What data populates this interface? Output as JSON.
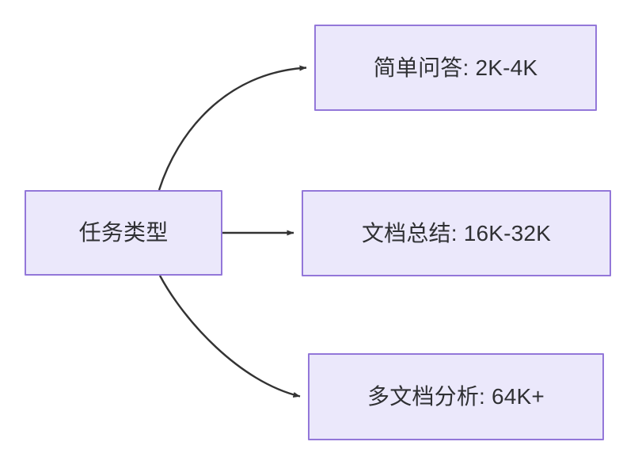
{
  "diagram": {
    "type": "flowchart",
    "direction": "left-to-right",
    "background_color": "#ffffff",
    "node_fill_color": "#ebe8fb",
    "node_border_color": "#9377d9",
    "node_text_color": "#2f3033",
    "edge_color": "#333333",
    "root": {
      "id": "root",
      "label": "任务类型"
    },
    "branches": [
      {
        "id": "simple-qa",
        "label": "简单问答: 2K-4K",
        "edge_style": "curved",
        "arrowhead": true
      },
      {
        "id": "doc-summary",
        "label": "文档总结: 16K-32K",
        "edge_style": "straight",
        "arrowhead": true
      },
      {
        "id": "multi-doc",
        "label": "多文档分析: 64K+",
        "edge_style": "curved",
        "arrowhead": true
      }
    ]
  }
}
